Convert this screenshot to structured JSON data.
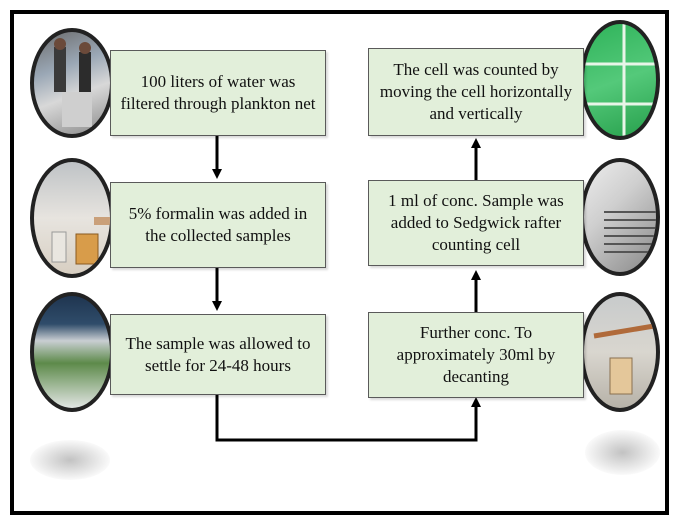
{
  "steps": {
    "s1": "100 liters of water was filtered through plankton net",
    "s2": "5% formalin was added in the collected samples",
    "s3": "The sample was allowed to settle for 24-48 hours",
    "s4": "Further conc. To approximately 30ml by decanting",
    "s5": "1 ml of conc. Sample was added to Sedgwick rafter counting cell",
    "s6": "The cell was counted by moving the cell horizontally and vertically"
  },
  "colors": {
    "box_fill": "#e2efda",
    "arrow": "#000000",
    "frame": "#000000"
  },
  "photos": [
    "people-filtering-water-photo",
    "formalin-bottles-photo",
    "settling-sample-photo",
    "decanting-sample-photo",
    "sedgwick-rafter-cell-photo",
    "microscope-cells-photo"
  ]
}
